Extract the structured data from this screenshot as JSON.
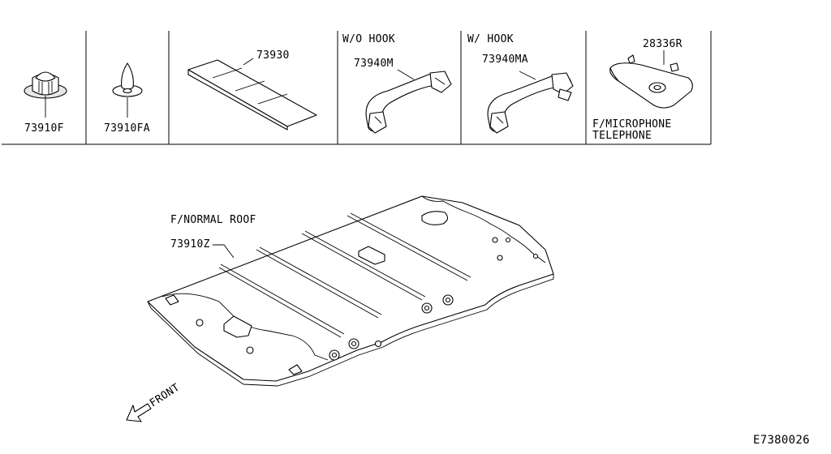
{
  "diagram": {
    "drawing_code": "E7380026",
    "front_label": "FRONT",
    "cells": [
      {
        "id": "c1",
        "part_no": "73910F"
      },
      {
        "id": "c2",
        "part_no": "73910FA"
      },
      {
        "id": "c3",
        "part_no": "73930"
      },
      {
        "id": "c4",
        "part_no": "73940M",
        "condition": "W/O HOOK"
      },
      {
        "id": "c5",
        "part_no": "73940MA",
        "condition": "W/ HOOK"
      },
      {
        "id": "c6",
        "part_no": "28336R",
        "condition_line1": "F/MICROPHONE",
        "condition_line2": "TELEPHONE"
      }
    ],
    "main_assembly": {
      "part_no": "73910Z",
      "condition": "F/NORMAL ROOF"
    }
  }
}
